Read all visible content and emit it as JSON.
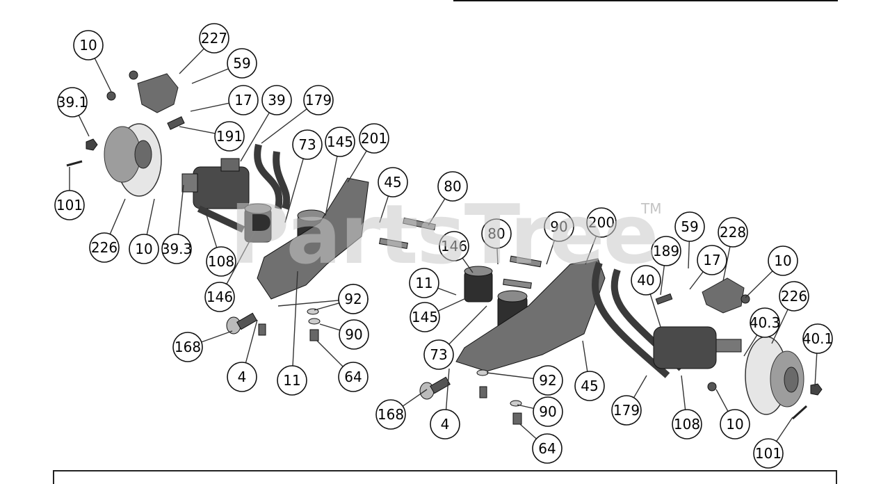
{
  "watermark": {
    "text": "PartsTree",
    "tm": "TM"
  },
  "callouts": [
    {
      "label": "10"
    },
    {
      "label": "227"
    },
    {
      "label": "59"
    },
    {
      "label": "39.1"
    },
    {
      "label": "17"
    },
    {
      "label": "39"
    },
    {
      "label": "179"
    },
    {
      "label": "191"
    },
    {
      "label": "73"
    },
    {
      "label": "145"
    },
    {
      "label": "201"
    },
    {
      "label": "101"
    },
    {
      "label": "45"
    },
    {
      "label": "80"
    },
    {
      "label": "226"
    },
    {
      "label": "10"
    },
    {
      "label": "39.3"
    },
    {
      "label": "108"
    },
    {
      "label": "80"
    },
    {
      "label": "90"
    },
    {
      "label": "200"
    },
    {
      "label": "59"
    },
    {
      "label": "228"
    },
    {
      "label": "146"
    },
    {
      "label": "189"
    },
    {
      "label": "17"
    },
    {
      "label": "10"
    },
    {
      "label": "40"
    },
    {
      "label": "90"
    },
    {
      "label": "11"
    },
    {
      "label": "146"
    },
    {
      "label": "92"
    },
    {
      "label": "226"
    },
    {
      "label": "145"
    },
    {
      "label": "40.3"
    },
    {
      "label": "90"
    },
    {
      "label": "40.1"
    },
    {
      "label": "168"
    },
    {
      "label": "73"
    },
    {
      "label": "4"
    },
    {
      "label": "11"
    },
    {
      "label": "64"
    },
    {
      "label": "92"
    },
    {
      "label": "45"
    },
    {
      "label": "168"
    },
    {
      "label": "179"
    },
    {
      "label": "90"
    },
    {
      "label": "108"
    },
    {
      "label": "10"
    },
    {
      "label": "4"
    },
    {
      "label": "101"
    },
    {
      "label": "64"
    }
  ],
  "colors": {
    "part_fill": "#555555",
    "part_dark": "#2e2e2e",
    "part_light": "#9a9a9a",
    "line": "#333333"
  }
}
